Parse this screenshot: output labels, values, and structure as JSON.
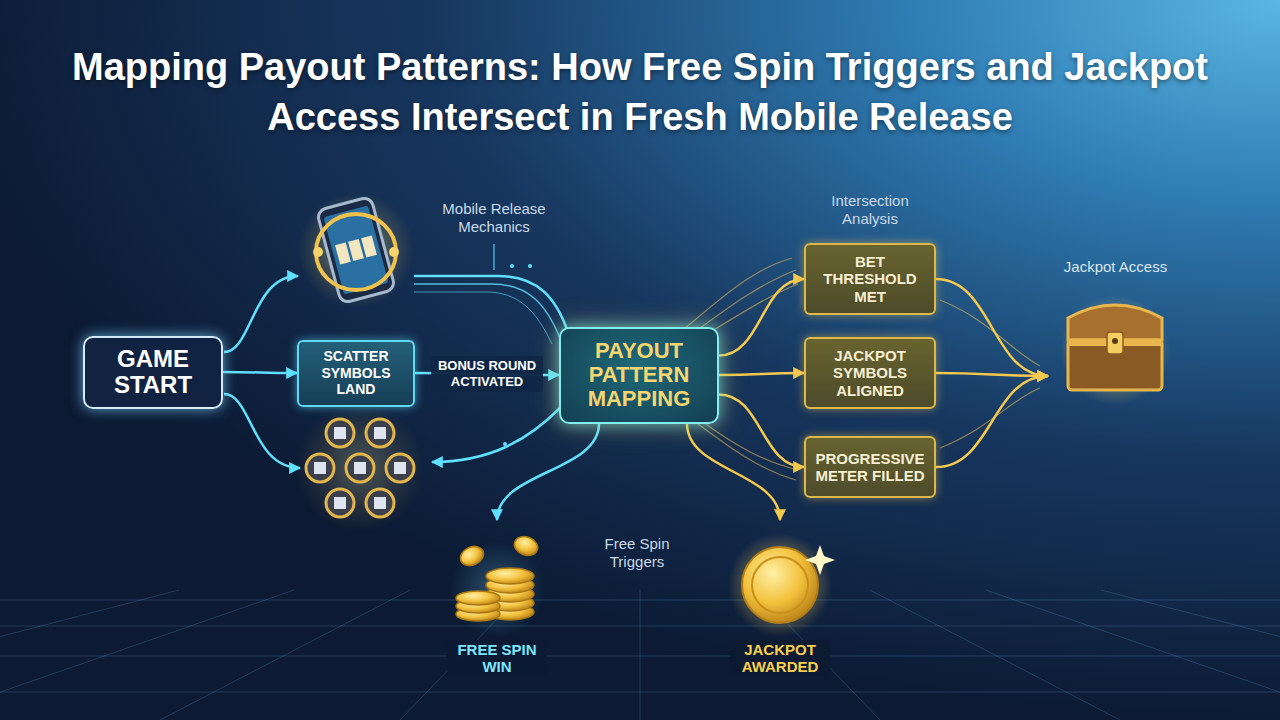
{
  "diagram": {
    "title": "Mapping Payout Patterns: How Free Spin Triggers and Jackpot Access Intersect in Fresh Mobile Release",
    "nodes": [
      {
        "text": [
          "GAME START"
        ]
      },
      {
        "text": [
          "SCATTER SYMBOLS LAND"
        ]
      },
      {
        "text": [
          "PAYOUT PATTERN MAPPING"
        ]
      },
      {
        "text": [
          "BET THRESHOLD MET"
        ]
      },
      {
        "text": [
          "JACKPOT SYMBOLS ALIGNED"
        ]
      },
      {
        "text": [
          "PROGRESSIVE METER FILLED"
        ]
      },
      {
        "text": [
          "Jackpot Access"
        ]
      },
      {
        "text": [
          "FREE SPIN WIN"
        ]
      },
      {
        "text": [
          "JACKPOT AWARDED"
        ]
      }
    ],
    "edges": [
      {
        "from": 0,
        "to": 1,
        "arrow": "to"
      },
      {
        "from": 1,
        "to": 2,
        "label": "BONUS ROUND ACTIVATED",
        "arrow": "to"
      },
      {
        "from": 2,
        "to": 3,
        "arrow": "to"
      },
      {
        "from": 2,
        "to": 4,
        "arrow": "to"
      },
      {
        "from": 2,
        "to": 5,
        "arrow": "to"
      },
      {
        "from": 3,
        "to": 6,
        "arrow": "to"
      },
      {
        "from": 4,
        "to": 6,
        "arrow": "to"
      },
      {
        "from": 5,
        "to": 6,
        "arrow": "to"
      },
      {
        "from": 2,
        "to": 7,
        "arrow": "to"
      },
      {
        "from": 2,
        "to": 8,
        "arrow": "to"
      }
    ],
    "labels": [
      "Mobile Release Mechanics",
      "Intersection Analysis",
      "Free Spin Triggers"
    ]
  }
}
